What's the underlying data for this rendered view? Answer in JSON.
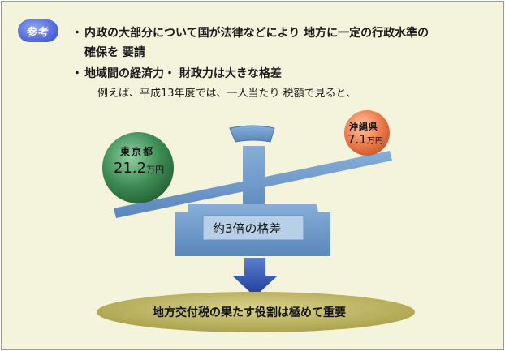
{
  "badge": "参考",
  "bullets": [
    {
      "marker": "・",
      "line1": "内政の大部分について国が法律などにより 地方に一定の行政水準の",
      "line2": "確保を 要請"
    },
    {
      "marker": "・",
      "line1": "地域間の経済力・ 財政力は大きな格差"
    }
  ],
  "example_text": "例えば、平成13年度では、一人当たり 税額で見ると、",
  "tokyo": {
    "name": "東京都",
    "amount": "21.2",
    "unit": "万円"
  },
  "okinawa": {
    "name": "沖縄県",
    "amount": "7.1",
    "unit": "万円"
  },
  "gap_label": "約3倍の格差",
  "conclusion": "地方交付税の果たす役割は極めて重要",
  "colors": {
    "tokyo_circle": "#3b8a52",
    "okinawa_circle": "#ee7a4a",
    "scale": "#6c96c8",
    "arrow": "#2a4fae",
    "ellipse": "#b8b05a"
  }
}
